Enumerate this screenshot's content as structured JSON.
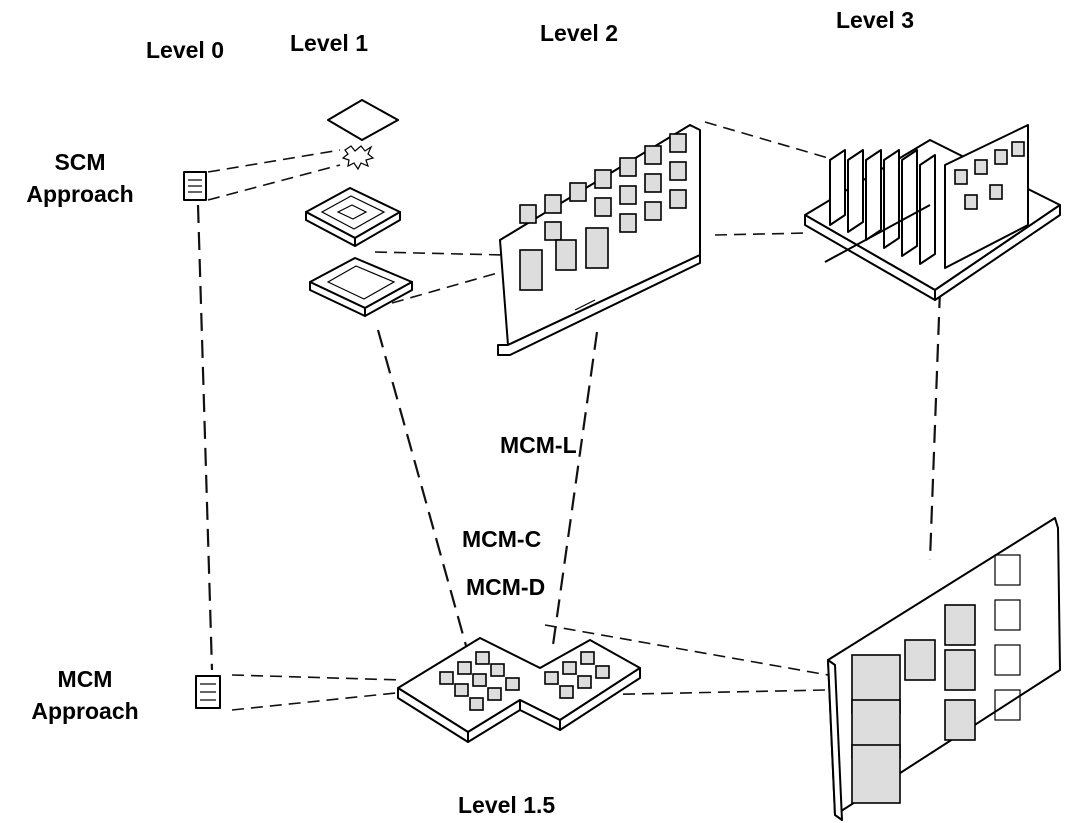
{
  "levels": {
    "level0": "Level 0",
    "level1": "Level 1",
    "level2": "Level 2",
    "level3": "Level 3",
    "level15": "Level 1.5"
  },
  "approaches": {
    "scm_line1": "SCM",
    "scm_line2": "Approach",
    "mcm_line1": "MCM",
    "mcm_line2": "Approach"
  },
  "mcm_types": {
    "l": "MCM-L",
    "c": "MCM-C",
    "d": "MCM-D"
  }
}
